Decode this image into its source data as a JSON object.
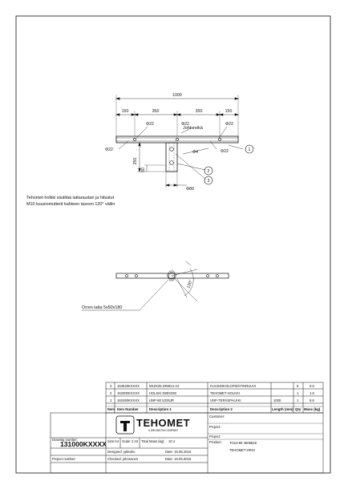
{
  "drawing": {
    "dims": {
      "overall": "1000",
      "seg1": "150",
      "seg2": "350",
      "seg3": "350",
      "seg4": "150",
      "dia_a": "Φ22",
      "dia_b": "Φ22",
      "dia_c": "Φ22",
      "dia_d": "Φ22",
      "dia_e": "Φ22",
      "width": "Φ4",
      "h250": "250",
      "h50": "50",
      "d89": "Φ89",
      "angle": "120°"
    },
    "labels": {
      "cable_guide": "Johtoreikä",
      "note_line1": "Tehomet-holkki sisältää lattaraudan ja hitsatut",
      "note_line2": "M10 kuusiomutterit kahteen tasoon 120° väliin",
      "note_bar": "Orren latta 5x50x180"
    },
    "balloons": [
      "1",
      "2",
      "3"
    ]
  },
  "parts_table": {
    "rows": [
      {
        "item": "3",
        "item_number": "164525KXXXX",
        "desc1": "M10X25 DIN914-A2",
        "desc2": "KUUSIOKOLOPIDÄTINRUUVI",
        "length": "",
        "qty": "6",
        "mass": "0.0"
      },
      {
        "item": "2",
        "item_number": "153300KXXXX",
        "desc1": "HOLKKI D89X250",
        "desc2": "TEHOMET-HOLKKI",
        "length": "",
        "qty": "1",
        "mass": "1.6"
      },
      {
        "item": "1",
        "item_number": "162450KXXXX",
        "desc1": "UNP-80 S235JR",
        "desc2": "UNP-TERÄSPALKKI",
        "length": "1000",
        "qty": "1",
        "mass": "8.6"
      }
    ],
    "headers": {
      "item": "Item",
      "item_number": "Item Number",
      "desc1": "Description 1",
      "desc2": "Description 2",
      "length": "Length (mm)",
      "qty": "Qty",
      "mass": "Mass (kg)"
    }
  },
  "title_block": {
    "logo_text": "TEHOMET",
    "logo_sub": "A WELDNOVA COMPANY",
    "customer_label": "Customer:",
    "project_label": "Project:",
    "project_label2": "Project:",
    "product_label": "Product:",
    "product_line1": "TO10-89 4608528",
    "product_line2": "TEHOMET-ORSI",
    "drawing_number_label": "Drawing number:",
    "drawing_number": "131000KXXXX",
    "project_number_label": "Project number:",
    "size_label": "Size:",
    "size_value": "A4",
    "scale_label": "Scale:",
    "scale_value": "1:15",
    "total_mass_label": "Total Mass (kg):",
    "total_mass_value": "10.1",
    "designed_label": "Designed: jukkaho",
    "designed_date": "Date: 16.05.2016",
    "checked_label": "Checked: johnsonen",
    "checked_date": "Date: 16.05.2016"
  }
}
